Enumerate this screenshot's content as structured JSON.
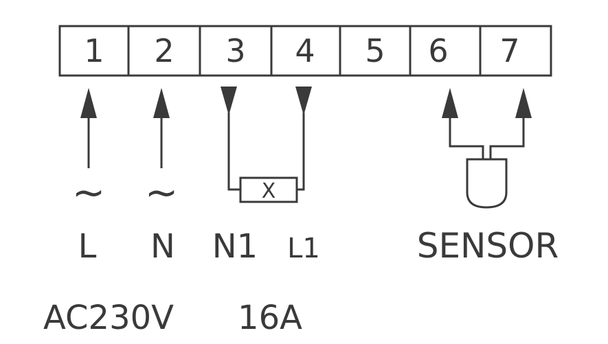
{
  "terminals": [
    "1",
    "2",
    "3",
    "4",
    "5",
    "6",
    "7"
  ],
  "supply": {
    "symbol_l": "~",
    "symbol_n": "~",
    "label_l": "L",
    "label_n": "N"
  },
  "load": {
    "symbol": "X",
    "label_n1": "N1",
    "label_l1": "L1"
  },
  "sensor": {
    "label": "SENSOR"
  },
  "ratings": {
    "voltage": "AC230V",
    "current": "16A"
  }
}
